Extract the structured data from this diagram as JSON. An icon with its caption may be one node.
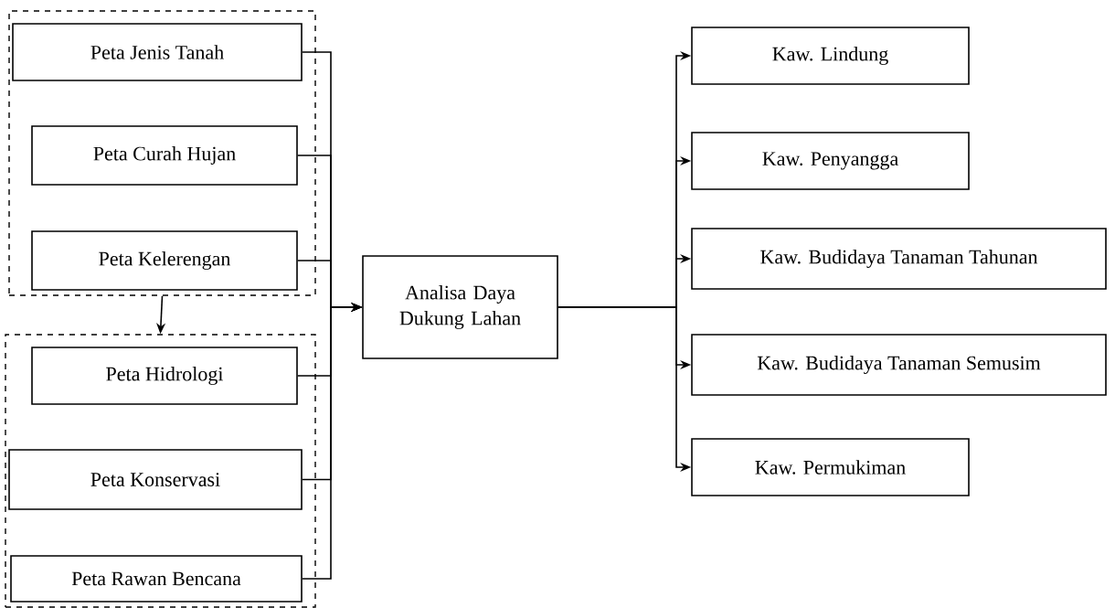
{
  "diagram": {
    "nodes": [
      {
        "text": [],
        "shape": "box"
      },
      {
        "text": [
          "Peta Jenis Tanah"
        ],
        "in": 0
      },
      {
        "text": [
          "Peta Curah Hujan"
        ],
        "in": 0
      },
      {
        "text": [
          "Peta Kelerengan"
        ],
        "in": 0
      },
      {
        "text": [],
        "shape": "box"
      },
      {
        "text": [
          "Peta Hidrologi"
        ],
        "in": 4
      },
      {
        "text": [
          "Peta Konservasi"
        ],
        "in": 4
      },
      {
        "text": [
          "Peta Rawan Bencana"
        ],
        "in": 4
      },
      {
        "text": [
          "Analisa Daya Dukung Lahan"
        ]
      },
      {
        "text": [
          "Kaw. Lindung"
        ]
      },
      {
        "text": [
          "Kaw. Penyangga"
        ]
      },
      {
        "text": [
          "Kaw. Budidaya Tanaman Tahunan"
        ]
      },
      {
        "text": [
          "Kaw. Budidaya Tanaman Semusim"
        ]
      },
      {
        "text": [
          "Kaw. Permukiman"
        ]
      }
    ],
    "edges": [
      {
        "from": 0,
        "to": 4,
        "arrow": "to"
      },
      {
        "from": 1,
        "to": 8,
        "arrow": "to"
      },
      {
        "from": 2,
        "to": 8,
        "arrow": "to"
      },
      {
        "from": 3,
        "to": 8,
        "arrow": "to"
      },
      {
        "from": 5,
        "to": 8,
        "arrow": "to"
      },
      {
        "from": 6,
        "to": 8,
        "arrow": "to"
      },
      {
        "from": 7,
        "to": 8,
        "arrow": "to"
      },
      {
        "from": 8,
        "to": 9,
        "arrow": "to"
      },
      {
        "from": 8,
        "to": 10,
        "arrow": "to"
      },
      {
        "from": 8,
        "to": 11,
        "arrow": "to"
      },
      {
        "from": 8,
        "to": 12,
        "arrow": "to"
      },
      {
        "from": 8,
        "to": 13,
        "arrow": "to"
      }
    ]
  }
}
